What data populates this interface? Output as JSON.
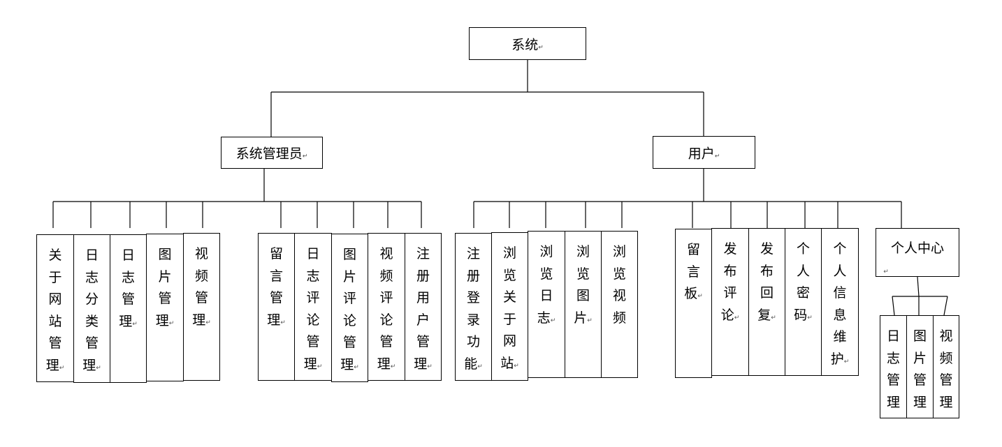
{
  "root": "系统",
  "branches": [
    {
      "label": "系统管理员",
      "groups": [
        [
          "关于网站管理",
          "日志分类管理",
          "日志管理",
          "图片管理",
          "视频管理"
        ],
        [
          "留言管理",
          "日志评论管理",
          "图片评论管理",
          "视频评论管理",
          "注册用户管理"
        ]
      ]
    },
    {
      "label": "用户",
      "groups": [
        [
          "注册登录功能",
          "浏览关于网站",
          "浏览日志",
          "浏览图片",
          "浏览视频"
        ],
        [
          "留言板",
          "发布评论",
          "发布回复",
          "个人密码",
          "个人信息维护"
        ]
      ],
      "center": {
        "label": "个人中心",
        "children": [
          "日志管理",
          "图片管理",
          "视频管理"
        ]
      }
    }
  ],
  "paragraph_mark": "↵"
}
